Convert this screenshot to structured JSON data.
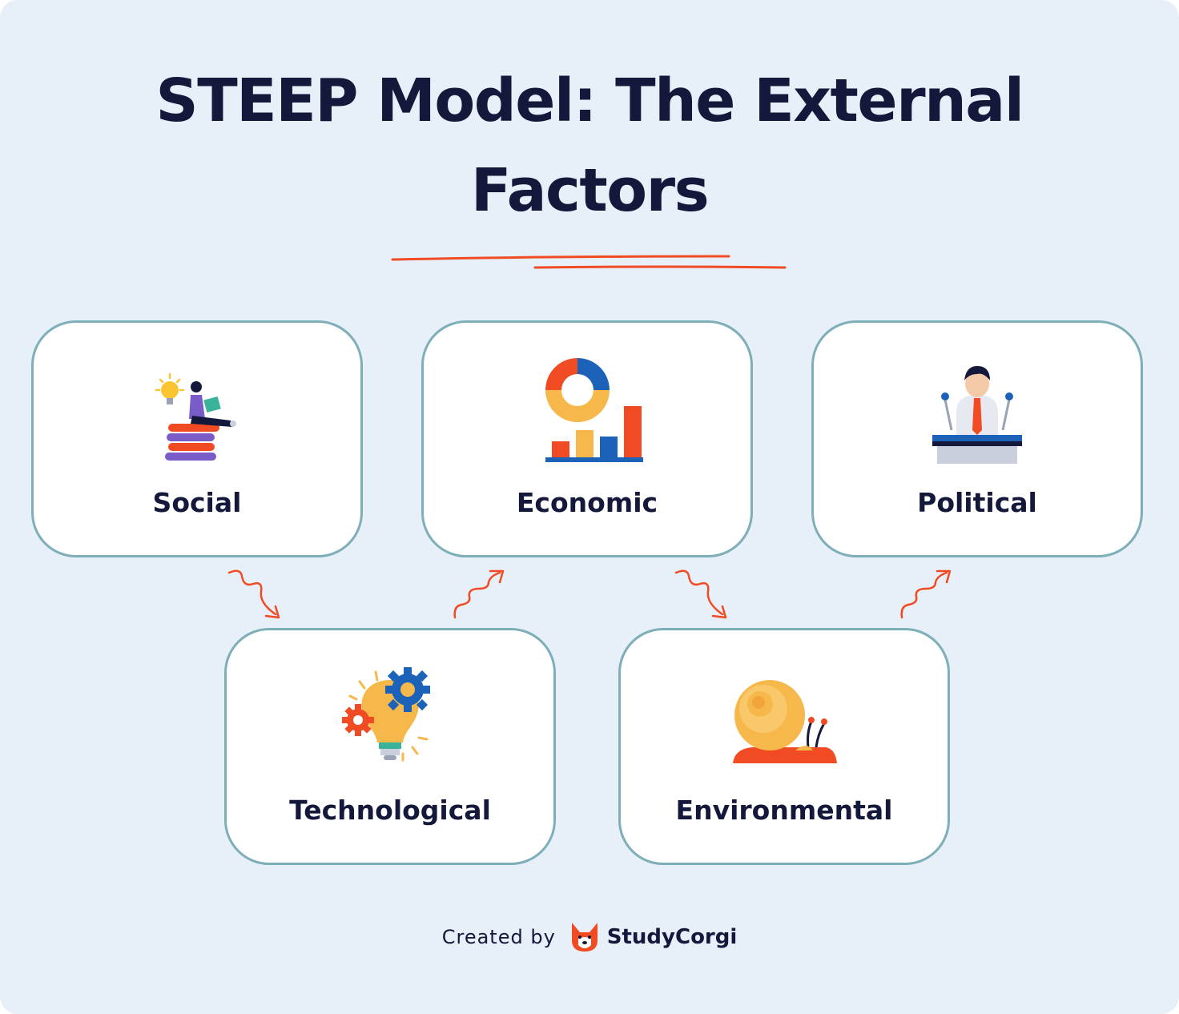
{
  "title": "STEEP Model: The External Factors",
  "colors": {
    "background": "#e7eff9",
    "card_border": "#7eaeb8",
    "text": "#14183a",
    "accent": "#f04b23"
  },
  "cards": [
    {
      "label": "Social",
      "icon": "person-reading-on-books-icon"
    },
    {
      "label": "Economic",
      "icon": "donut-and-bar-chart-icon"
    },
    {
      "label": "Political",
      "icon": "speaker-at-podium-icon"
    },
    {
      "label": "Technological",
      "icon": "lightbulb-with-gears-icon"
    },
    {
      "label": "Environmental",
      "icon": "snail-icon"
    }
  ],
  "footer": {
    "created_by": "Created by",
    "brand": "StudyCorgi",
    "logo_icon": "corgi-logo-icon"
  }
}
